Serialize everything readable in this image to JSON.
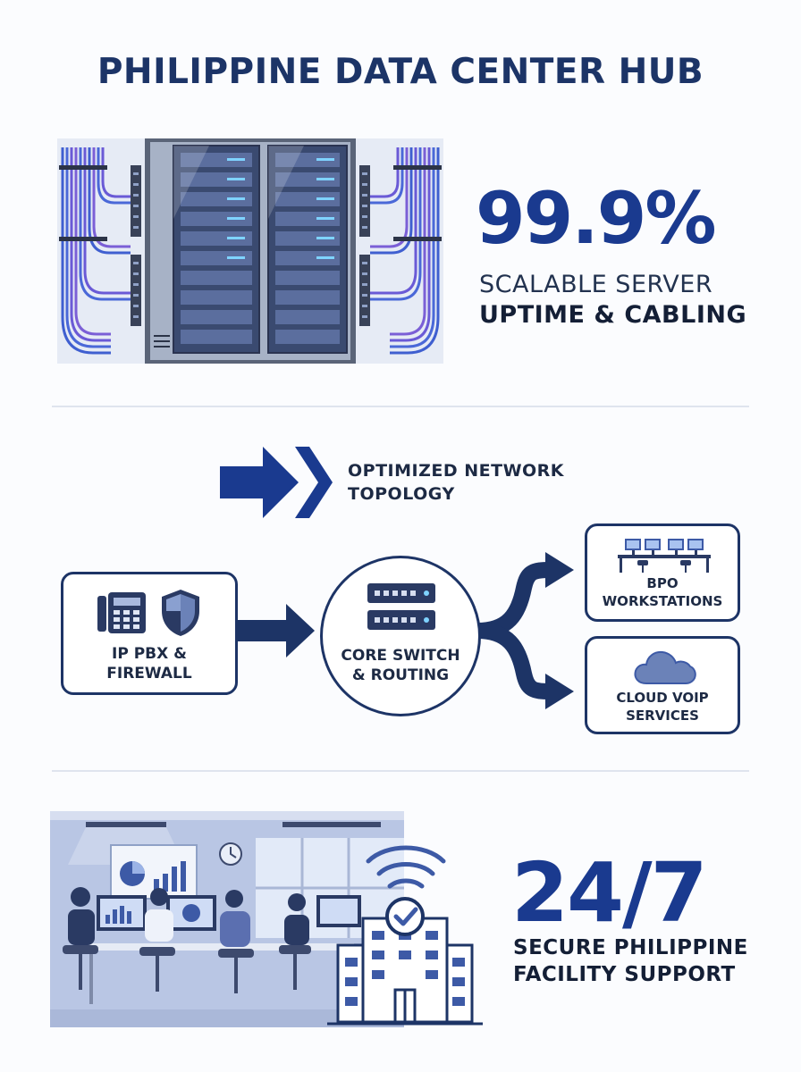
{
  "title": "PHILIPPINE DATA CENTER HUB",
  "uptime": {
    "value": "99.9%",
    "line1": "SCALABLE SERVER",
    "line2": "UPTIME & CABLING"
  },
  "topology": {
    "heading_line1": "OPTIMIZED NETWORK",
    "heading_line2": "TOPOLOGY",
    "nodes": {
      "pbx": {
        "line1": "IP PBX &",
        "line2": "FIREWALL"
      },
      "core": {
        "line1": "CORE SWITCH",
        "line2": "& ROUTING"
      },
      "bpo": {
        "line1": "BPO",
        "line2": "WORKSTATIONS"
      },
      "cloud": {
        "line1": "CLOUD VOIP",
        "line2": "SERVICES"
      }
    }
  },
  "support": {
    "value": "24/7",
    "line1": "SECURE PHILIPPINE",
    "line2": "FACILITY SUPPORT"
  },
  "colors": {
    "navy": "#1c3467",
    "accent_blue": "#1a3a8f",
    "cable_blue": "#4a68d8",
    "cable_purple": "#7b5fd6"
  }
}
